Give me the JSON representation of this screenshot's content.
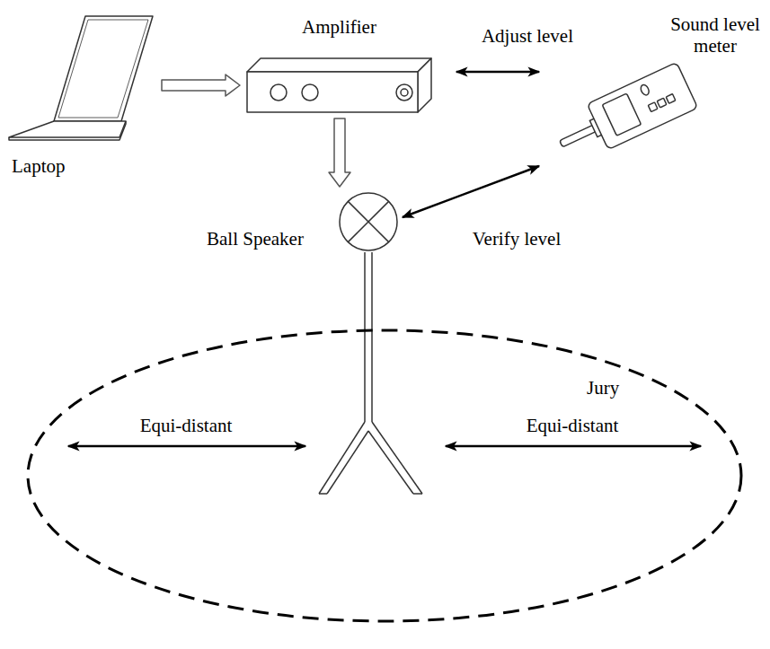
{
  "diagram": {
    "nodes": [
      {
        "text": [
          "Laptop"
        ]
      },
      {
        "text": [
          "Amplifier"
        ]
      },
      {
        "text": [
          "Sound level meter"
        ]
      },
      {
        "text": [
          "Ball Speaker"
        ]
      },
      {
        "text": [
          "Jury"
        ]
      }
    ],
    "edges": [
      {
        "from": 0,
        "to": 1,
        "arrow": "to"
      },
      {
        "from": 1,
        "to": 3,
        "arrow": "to"
      },
      {
        "from": 1,
        "to": 2,
        "label": "Adjust level",
        "arrow": "both"
      },
      {
        "from": 2,
        "to": 3,
        "label": "Verify level",
        "arrow": "both"
      }
    ],
    "labels": [
      "Equi-distant",
      "Equi-distant"
    ]
  }
}
